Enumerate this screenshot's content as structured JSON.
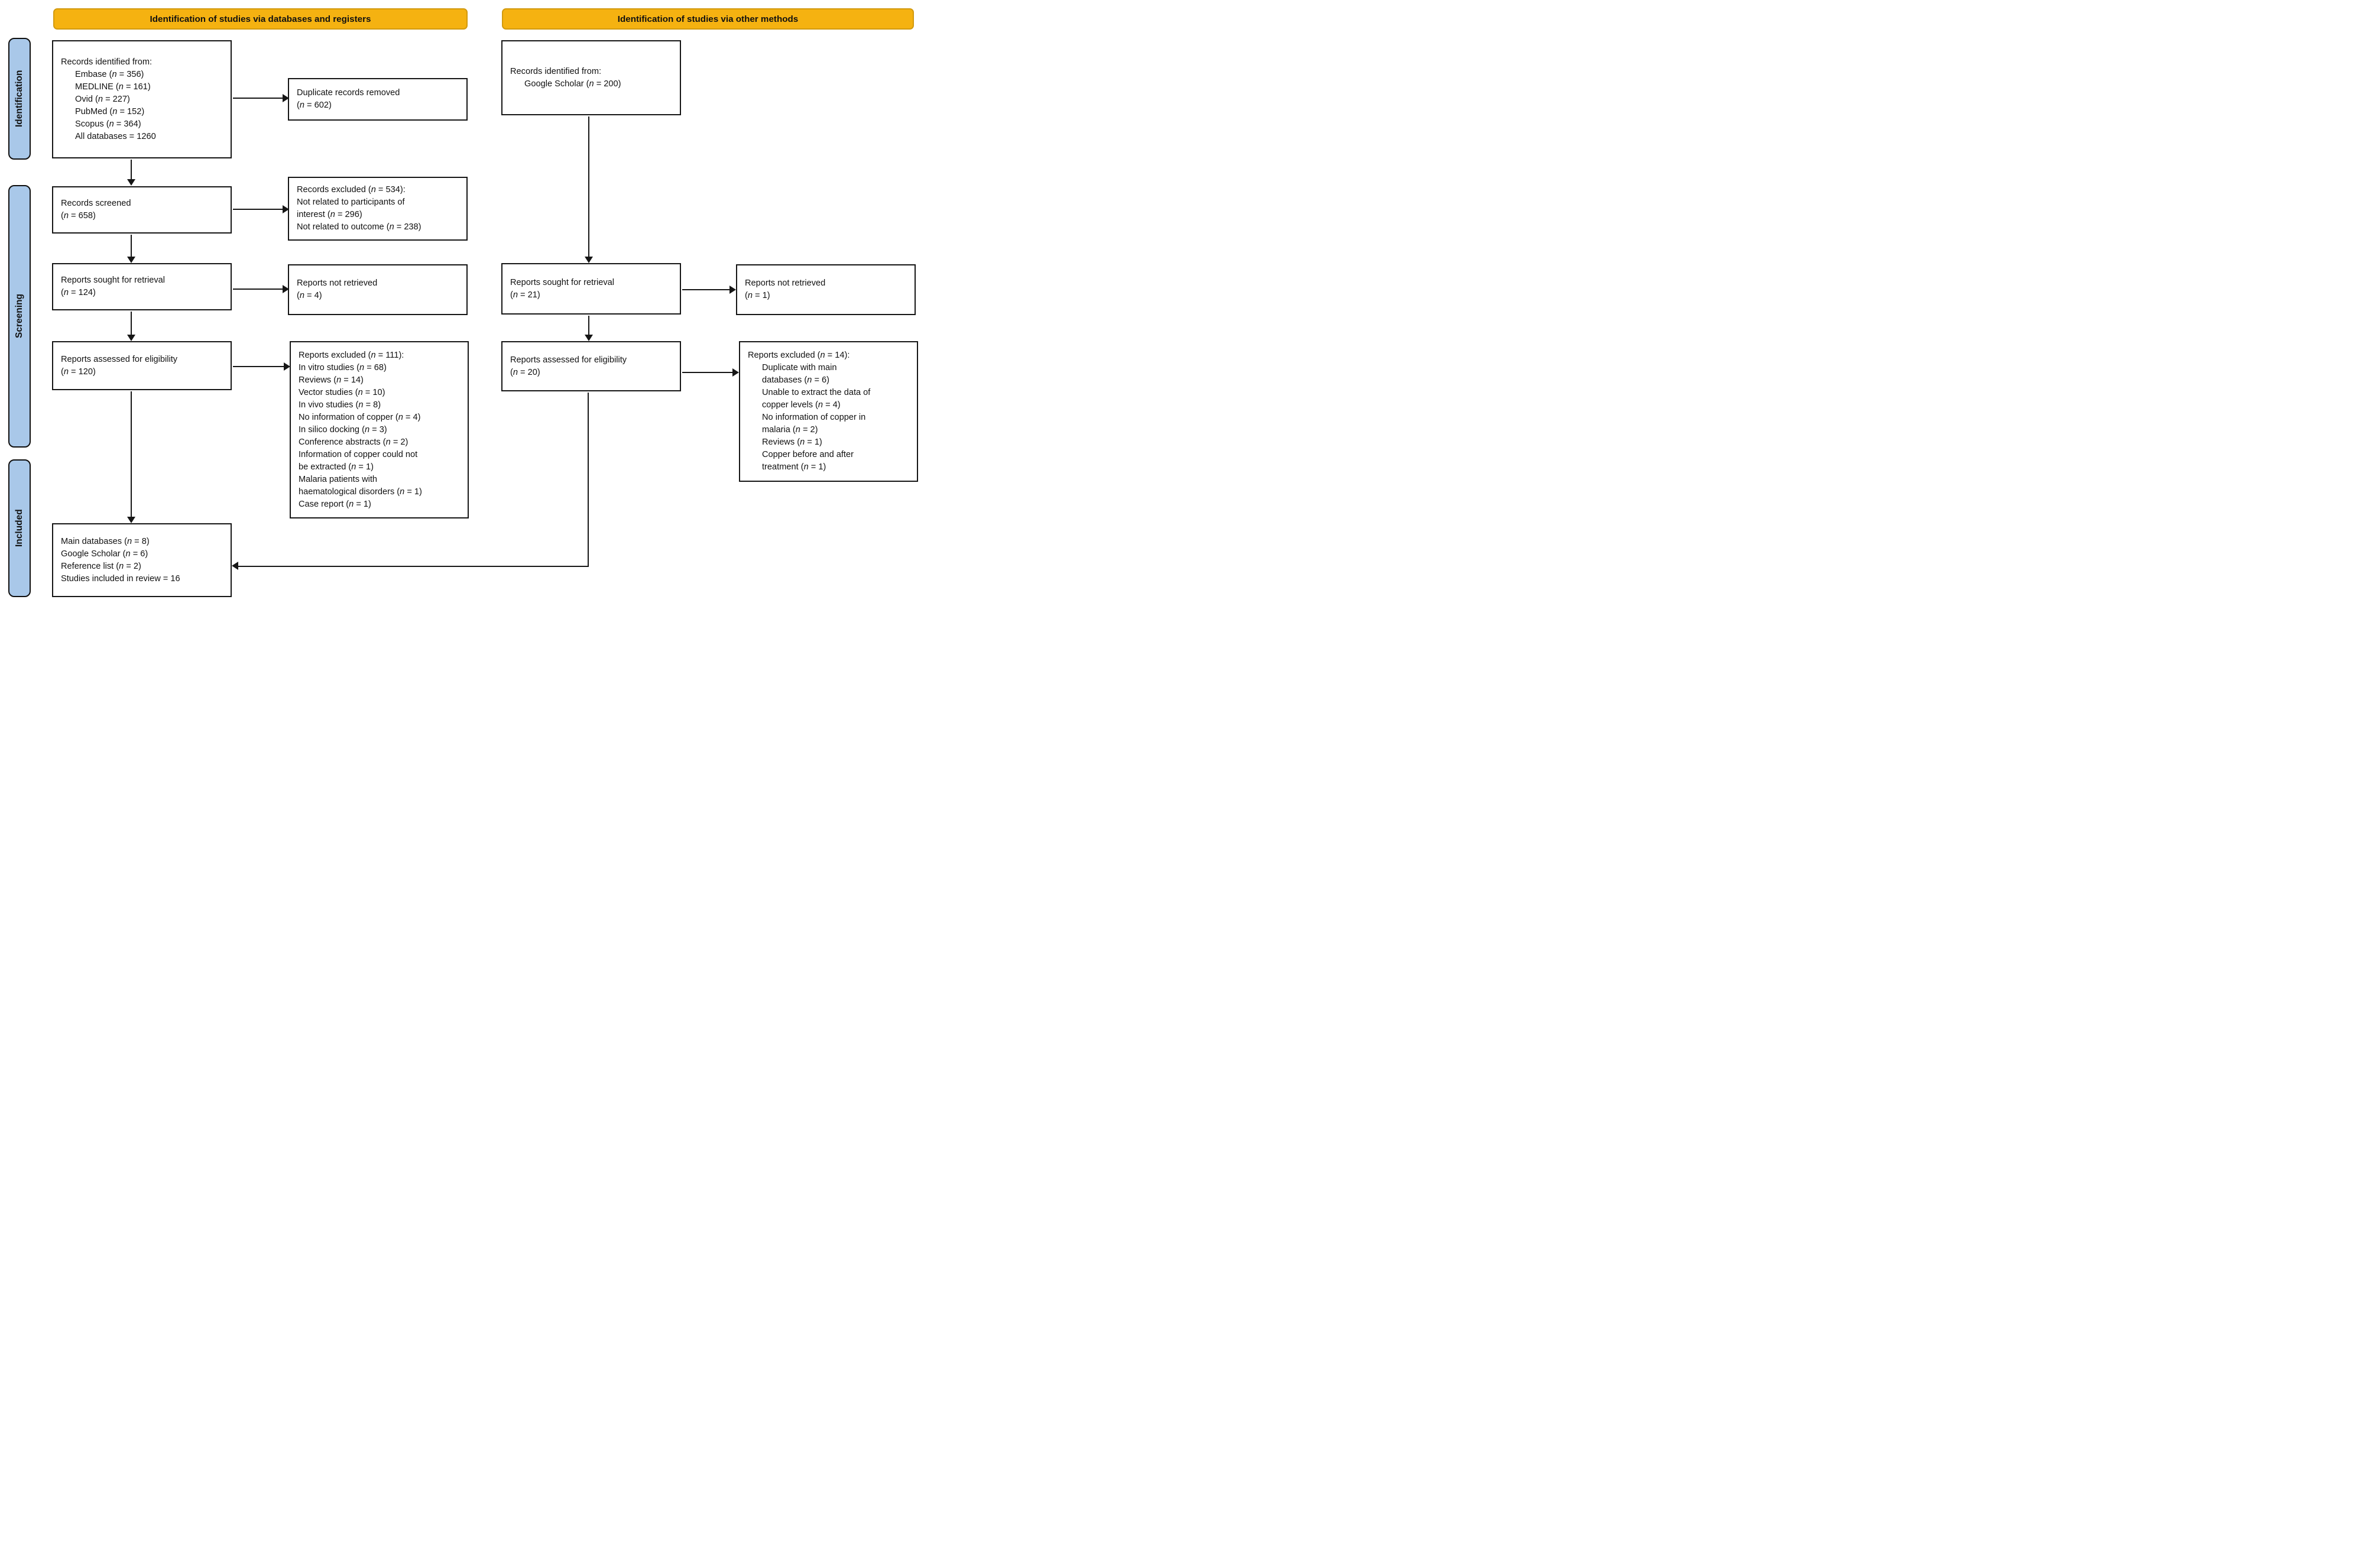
{
  "colors": {
    "banner_bg": "#F5B211",
    "banner_border": "#D29A0F",
    "sidebar_bg": "#A9C8E9",
    "box_border": "#161616"
  },
  "banners": {
    "left": "Identification of studies via databases and registers",
    "right": "Identification of studies via other methods"
  },
  "sidebar": {
    "identification": "Identification",
    "screening": "Screening",
    "included": "Included"
  },
  "boxes": {
    "records_identified_db": {
      "lines": [
        {
          "t": "Records identified from:",
          "ind": false
        },
        {
          "t": "Embase (n = 356)",
          "ind": true
        },
        {
          "t": "MEDLINE (n = 161)",
          "ind": true
        },
        {
          "t": "Ovid (n = 227)",
          "ind": true
        },
        {
          "t": "PubMed (n = 152)",
          "ind": true
        },
        {
          "t": "Scopus (n = 364)",
          "ind": true
        },
        {
          "t": "All databases = 1260",
          "ind": true
        }
      ]
    },
    "duplicates_removed": {
      "lines": [
        {
          "t": "Duplicate records removed",
          "ind": false
        },
        {
          "t": "(n = 602)",
          "ind": false
        }
      ]
    },
    "records_screened": {
      "lines": [
        {
          "t": "Records screened",
          "ind": false
        },
        {
          "t": "(n = 658)",
          "ind": false
        }
      ]
    },
    "records_excluded": {
      "lines": [
        {
          "t": "Records excluded (n = 534):",
          "ind": false
        },
        {
          "t": "Not related to participants of",
          "ind": false
        },
        {
          "t": "interest (n = 296)",
          "ind": false
        },
        {
          "t": "Not related to outcome (n = 238)",
          "ind": false
        }
      ]
    },
    "reports_sought_db": {
      "lines": [
        {
          "t": "Reports sought for retrieval",
          "ind": false
        },
        {
          "t": "(n = 124)",
          "ind": false
        }
      ]
    },
    "reports_not_retrieved_db": {
      "lines": [
        {
          "t": "Reports not retrieved",
          "ind": false
        },
        {
          "t": "(n = 4)",
          "ind": false
        }
      ]
    },
    "reports_assessed_db": {
      "lines": [
        {
          "t": "Reports assessed for eligibility",
          "ind": false
        },
        {
          "t": "(n = 120)",
          "ind": false
        }
      ]
    },
    "reports_excluded_db": {
      "lines": [
        {
          "t": "Reports excluded (n = 111):",
          "ind": false
        },
        {
          "t": "In vitro studies (n = 68)",
          "ind": false
        },
        {
          "t": "Reviews (n = 14)",
          "ind": false
        },
        {
          "t": "Vector studies (n = 10)",
          "ind": false
        },
        {
          "t": "In vivo studies (n = 8)",
          "ind": false
        },
        {
          "t": "No information of copper (n = 4)",
          "ind": false
        },
        {
          "t": "In silico docking (n = 3)",
          "ind": false
        },
        {
          "t": "Conference abstracts (n = 2)",
          "ind": false
        },
        {
          "t": "Information of copper could not",
          "ind": false
        },
        {
          "t": "be extracted (n = 1)",
          "ind": false
        },
        {
          "t": "Malaria patients with",
          "ind": false
        },
        {
          "t": "haematological disorders (n = 1)",
          "ind": false
        },
        {
          "t": "Case report (n = 1)",
          "ind": false
        }
      ]
    },
    "included_studies": {
      "lines": [
        {
          "t": "Main databases (n = 8)",
          "ind": false
        },
        {
          "t": "Google Scholar (n = 6)",
          "ind": false
        },
        {
          "t": "Reference list (n = 2)",
          "ind": false
        },
        {
          "t": "Studies included in review = 16",
          "ind": false
        }
      ]
    },
    "records_identified_other": {
      "lines": [
        {
          "t": "Records identified from:",
          "ind": false
        },
        {
          "t": "Google Scholar (n = 200)",
          "ind": true
        }
      ]
    },
    "reports_sought_other": {
      "lines": [
        {
          "t": "Reports sought for retrieval",
          "ind": false
        },
        {
          "t": "(n = 21)",
          "ind": false
        }
      ]
    },
    "reports_not_retrieved_other": {
      "lines": [
        {
          "t": "Reports not retrieved",
          "ind": false
        },
        {
          "t": "(n = 1)",
          "ind": false
        }
      ]
    },
    "reports_assessed_other": {
      "lines": [
        {
          "t": "Reports assessed for eligibility",
          "ind": false
        },
        {
          "t": "(n = 20)",
          "ind": false
        }
      ]
    },
    "reports_excluded_other": {
      "lines": [
        {
          "t": "Reports excluded (n = 14):",
          "ind": false
        },
        {
          "t": "Duplicate with main",
          "ind": true
        },
        {
          "t": "databases (n = 6)",
          "ind": true
        },
        {
          "t": "Unable to extract the data of",
          "ind": true
        },
        {
          "t": "copper levels (n = 4)",
          "ind": true
        },
        {
          "t": "No information of copper in",
          "ind": true
        },
        {
          "t": "malaria (n = 2)",
          "ind": true
        },
        {
          "t": "Reviews (n = 1)",
          "ind": true
        },
        {
          "t": "Copper before and after",
          "ind": true
        },
        {
          "t": "treatment (n = 1)",
          "ind": true
        }
      ]
    }
  }
}
